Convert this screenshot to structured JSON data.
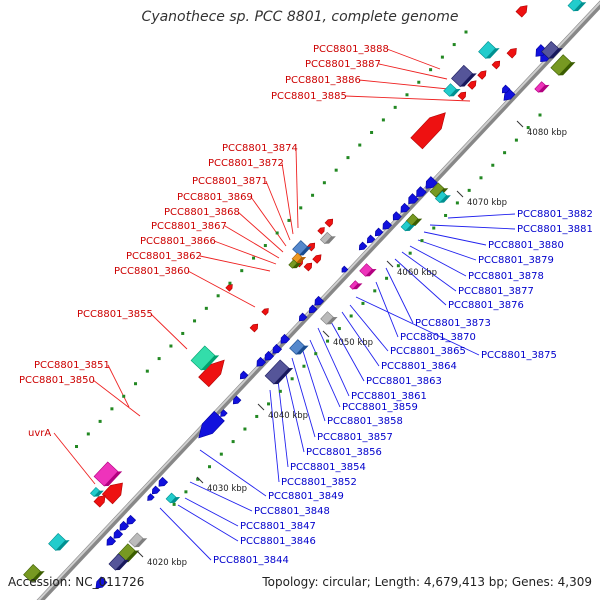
{
  "title": "Cyanothece sp. PCC 8801, complete genome",
  "footer": {
    "accession": "Accession: NC_011726",
    "summary": "Topology: circular; Length: 4,679,413 bp; Genes: 4,309"
  },
  "ticks": [
    {
      "label": "4080 kbp"
    },
    {
      "label": "4070 kbp"
    },
    {
      "label": "4060 kbp"
    },
    {
      "label": "4050 kbp"
    },
    {
      "label": "4040 kbp"
    },
    {
      "label": "4030 kbp"
    },
    {
      "label": "4020 kbp"
    }
  ],
  "left_labels": [
    "PCC8801_3888",
    "PCC8801_3887",
    "PCC8801_3886",
    "PCC8801_3885",
    "PCC8801_3874",
    "PCC8801_3872",
    "PCC8801_3871",
    "PCC8801_3869",
    "PCC8801_3868",
    "PCC8801_3867",
    "PCC8801_3866",
    "PCC8801_3862",
    "PCC8801_3860",
    "PCC8801_3855",
    "PCC8801_3851",
    "PCC8801_3850",
    "uvrA"
  ],
  "right_labels": [
    "PCC8801_3882",
    "PCC8801_3881",
    "PCC8801_3880",
    "PCC8801_3879",
    "PCC8801_3878",
    "PCC8801_3877",
    "PCC8801_3876",
    "PCC8801_3873",
    "PCC8801_3870",
    "PCC8801_3875",
    "PCC8801_3865",
    "PCC8801_3864",
    "PCC8801_3863",
    "PCC8801_3861",
    "PCC8801_3859",
    "PCC8801_3858",
    "PCC8801_3857",
    "PCC8801_3856",
    "PCC8801_3854",
    "PCC8801_3852",
    "PCC8801_3849",
    "PCC8801_3848",
    "PCC8801_3847",
    "PCC8801_3846",
    "PCC8801_3844"
  ],
  "colors": {
    "forward_gene": "#ee1111",
    "reverse_gene": "#1111dd",
    "backbone": "#999999",
    "cyan": "#22cccc",
    "purple": "#555599",
    "olive": "#779922",
    "magenta": "#ee33bb",
    "mint": "#33ddaa",
    "steelblue": "#5588cc",
    "gray": "#bbbbbb",
    "orange": "#ee9922",
    "tick_dot": "#228822"
  }
}
